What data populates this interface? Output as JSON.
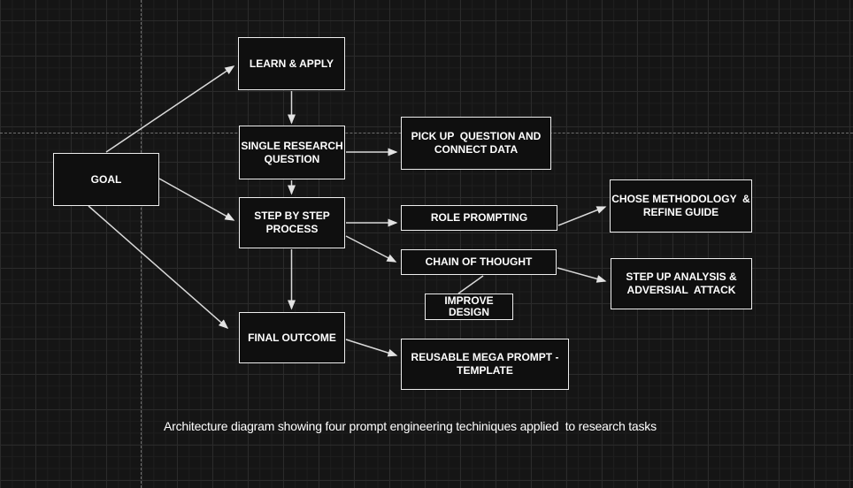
{
  "canvas": {
    "background_color": "#151515",
    "grid_minor_color": "#1e1e1e",
    "grid_major_color": "#2b2b2b",
    "guide_color": "#6f6f6f",
    "node_fill_color": "#0f0f0f",
    "node_border_color": "#eeeeee",
    "arrow_color": "#d9d9d9",
    "text_color": "#ffffff"
  },
  "nodes": {
    "goal": {
      "label": "GOAL"
    },
    "learn_apply": {
      "label": "LEARN & APPLY"
    },
    "single_research_question": {
      "label": "SINGLE RESEARCH\nQUESTION"
    },
    "pick_up_question": {
      "label": "PICK UP  QUESTION AND\nCONNECT DATA"
    },
    "step_by_step": {
      "label": "STEP BY STEP\nPROCESS"
    },
    "role_prompting": {
      "label": "ROLE PROMPTING"
    },
    "chose_methodology": {
      "label": "CHOSE METHODOLOGY  &\nREFINE GUIDE"
    },
    "chain_of_thought": {
      "label": "CHAIN OF THOUGHT"
    },
    "step_up_analysis": {
      "label": "STEP UP ANALYSIS &\nADVERSIAL  ATTACK"
    },
    "improve_design": {
      "label": "IMPROVE\nDESIGN"
    },
    "final_outcome": {
      "label": "FINAL OUTCOME"
    },
    "reusable_mega_prompt": {
      "label": "REUSABLE MEGA PROMPT -\nTEMPLATE"
    }
  },
  "edges": [
    {
      "from": "goal",
      "to": "learn_apply",
      "arrowhead": true
    },
    {
      "from": "goal",
      "to": "step_by_step",
      "arrowhead": true
    },
    {
      "from": "goal",
      "to": "final_outcome",
      "arrowhead": true
    },
    {
      "from": "learn_apply",
      "to": "single_research_question",
      "arrowhead": true
    },
    {
      "from": "single_research_question",
      "to": "step_by_step",
      "arrowhead": true
    },
    {
      "from": "single_research_question",
      "to": "pick_up_question",
      "arrowhead": true
    },
    {
      "from": "step_by_step",
      "to": "role_prompting",
      "arrowhead": true
    },
    {
      "from": "step_by_step",
      "to": "chain_of_thought",
      "arrowhead": true
    },
    {
      "from": "step_by_step",
      "to": "final_outcome",
      "arrowhead": true
    },
    {
      "from": "role_prompting",
      "to": "chose_methodology",
      "arrowhead": true
    },
    {
      "from": "chain_of_thought",
      "to": "step_up_analysis",
      "arrowhead": true
    },
    {
      "from": "chain_of_thought",
      "to": "improve_design",
      "arrowhead": false
    },
    {
      "from": "final_outcome",
      "to": "reusable_mega_prompt",
      "arrowhead": true
    }
  ],
  "caption": "Architecture diagram showing four prompt engineering techiniques applied  to research tasks"
}
